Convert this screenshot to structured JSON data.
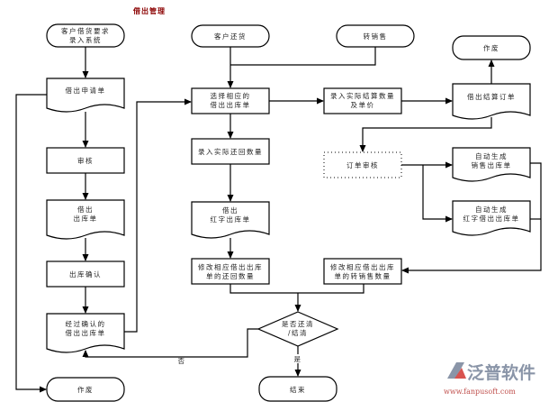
{
  "title": "借出管理",
  "nodes": {
    "start": [
      "客户借货要求",
      "录入系统"
    ],
    "apply": "借出申请单",
    "audit": "审核",
    "outbound": [
      "借出",
      "出库单"
    ],
    "confirm": "出库确认",
    "confirmed": [
      "经过确认的",
      "借出出库单"
    ],
    "void_left": "作废",
    "return": "客户还货",
    "to_sale": "转销售",
    "void_right": "作废",
    "select": [
      "选择相应的",
      "借出出库单"
    ],
    "settle_input": [
      "录入实际结算数量",
      "及单价"
    ],
    "settle_order": "借出结算订单",
    "return_qty": "录入实际还回数量",
    "order_audit": "订单审核",
    "auto_sale": [
      "自动生成",
      "销售出库单"
    ],
    "auto_red": [
      "自动生成",
      "红字借出出库单"
    ],
    "red_out": [
      "借出",
      "红字出库单"
    ],
    "mod_return": [
      "修改相应借出出库",
      "单的还回数量"
    ],
    "mod_sale": [
      "修改相应借出出库",
      "单的转销售数量"
    ],
    "decision": [
      "是否还清",
      "/结清"
    ],
    "end": "结束"
  },
  "labels": {
    "no": "否",
    "yes": "是"
  },
  "watermark": {
    "name": "泛普软件",
    "url": "www.fanpusoft.com"
  }
}
